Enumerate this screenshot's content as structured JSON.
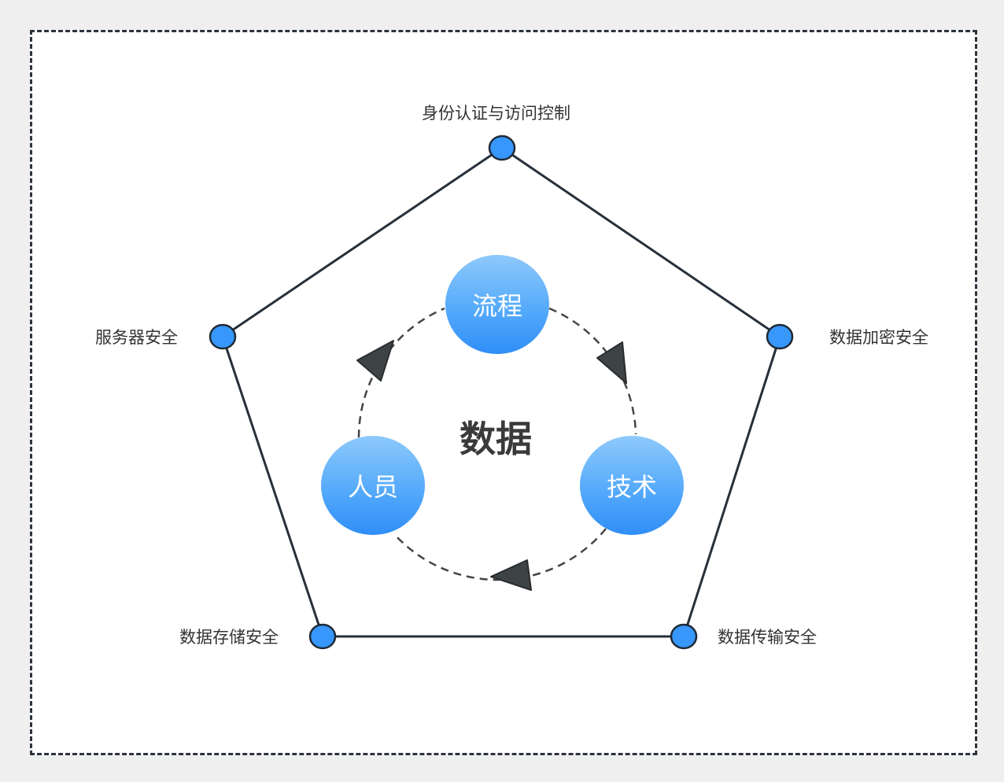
{
  "diagram": {
    "center_label": "数据",
    "core_elements": [
      {
        "id": "process",
        "label": "流程"
      },
      {
        "id": "technology",
        "label": "技术"
      },
      {
        "id": "people",
        "label": "人员"
      }
    ],
    "security_dimensions": [
      {
        "id": "identity",
        "label": "身份认证与访问控制"
      },
      {
        "id": "encryption",
        "label": "数据加密安全"
      },
      {
        "id": "transmission",
        "label": "数据传输安全"
      },
      {
        "id": "storage",
        "label": "数据存储安全"
      },
      {
        "id": "server",
        "label": "服务器安全"
      }
    ],
    "colors": {
      "node_fill": "#3797fb",
      "node_stroke": "#1f2a36",
      "line": "#27303a",
      "arrow": "#3e4346",
      "frame_border": "#2c333d",
      "page_bg": "#efefef",
      "frame_bg": "#ffffff"
    }
  }
}
